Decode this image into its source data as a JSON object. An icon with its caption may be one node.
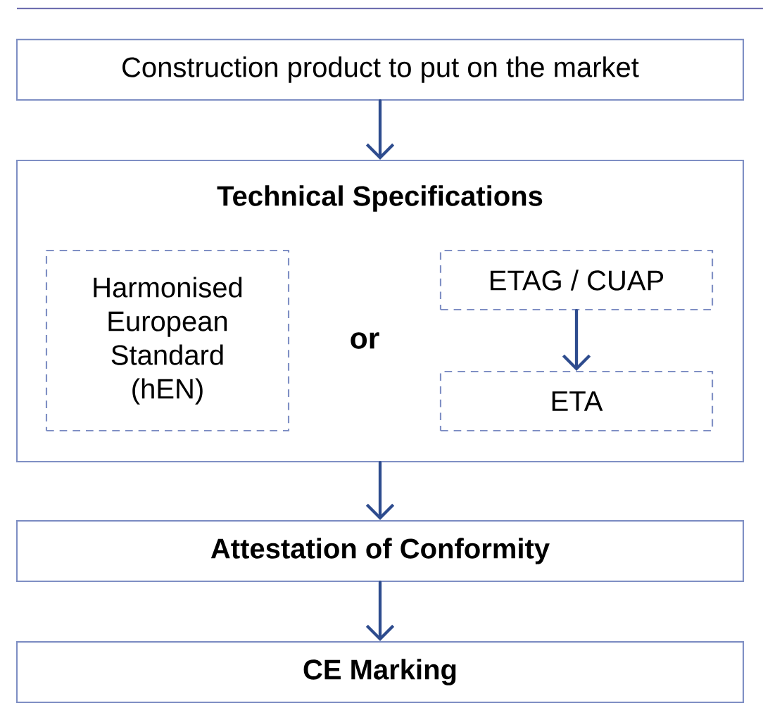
{
  "diagram": {
    "nodes": [
      {
        "text": [
          "Construction product to put on the market"
        ]
      },
      {
        "text": [
          "Technical Specifications"
        ]
      },
      {
        "text": [
          "Harmonised European Standard (hEN)"
        ],
        "in": 1
      },
      {
        "text": [
          "ETAG / CUAP"
        ],
        "in": 1
      },
      {
        "text": [
          "ETA"
        ],
        "in": 1
      },
      {
        "text": [
          "Attestation of Conformity"
        ]
      },
      {
        "text": [
          "CE Marking"
        ]
      }
    ],
    "edges": [
      {
        "from": 0,
        "to": 1,
        "arrow": "to"
      },
      {
        "from": 3,
        "to": 4,
        "arrow": "to"
      },
      {
        "from": 1,
        "to": 5,
        "arrow": "to"
      },
      {
        "from": 5,
        "to": 6,
        "arrow": "to"
      }
    ],
    "labels": [
      "or"
    ]
  }
}
